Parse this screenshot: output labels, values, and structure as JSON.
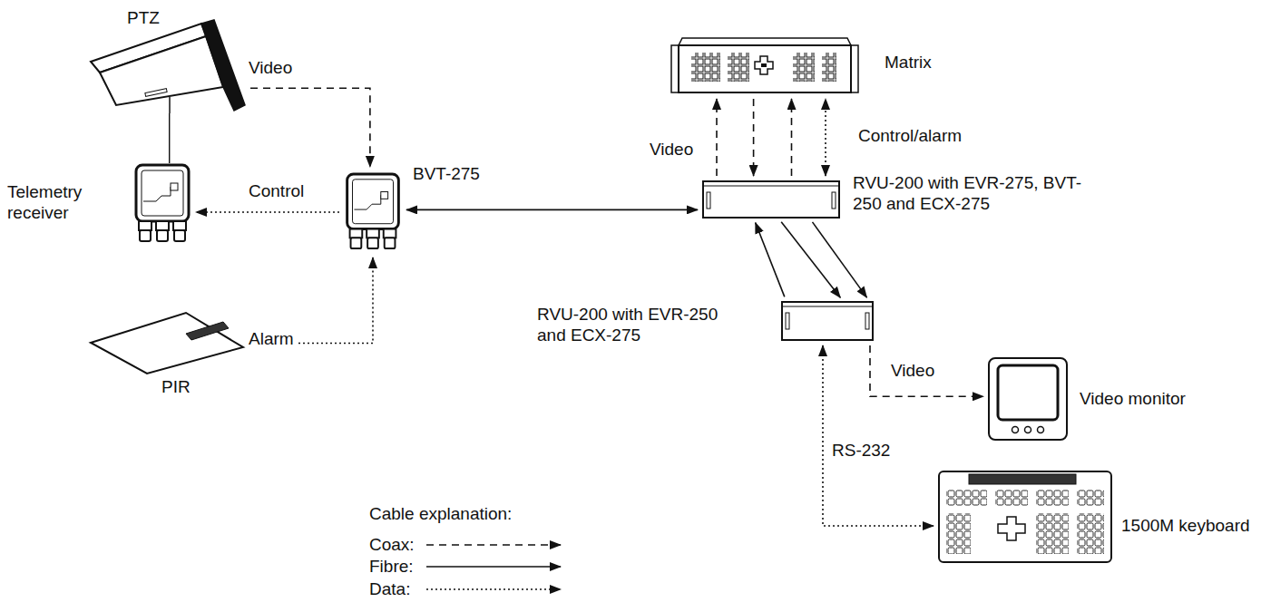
{
  "diagram": {
    "nodes": [
      {
        "text": [
          "PTZ"
        ]
      },
      {
        "text": [
          "Telemetry receiver"
        ]
      },
      {
        "text": [
          "BVT-275"
        ]
      },
      {
        "text": [
          "PIR"
        ]
      },
      {
        "text": [
          "Matrix"
        ]
      },
      {
        "text": [
          "RVU-200 with EVR-275, BVT-250 and ECX-275"
        ]
      },
      {
        "text": [
          "RVU-200 with EVR-250 and ECX-275"
        ]
      },
      {
        "text": [
          "Video monitor"
        ]
      },
      {
        "text": [
          "1500M keyboard"
        ]
      }
    ],
    "edges": [
      {
        "from": 0,
        "to": 2,
        "arrow": "to",
        "label": "Video"
      },
      {
        "from": 0,
        "to": 1,
        "arrow": "none"
      },
      {
        "from": 2,
        "to": 1,
        "arrow": "to",
        "label": "Control"
      },
      {
        "from": 3,
        "to": 2,
        "arrow": "to",
        "label": "Alarm"
      },
      {
        "from": 2,
        "to": 5,
        "arrow": "both"
      },
      {
        "from": 5,
        "to": 4,
        "arrow": "to",
        "label": "Video"
      },
      {
        "from": 4,
        "to": 5,
        "arrow": "to"
      },
      {
        "from": 5,
        "to": 4,
        "arrow": "to"
      },
      {
        "from": 5,
        "to": 4,
        "arrow": "both",
        "label": "Control/alarm"
      },
      {
        "from": 6,
        "to": 5,
        "arrow": "to"
      },
      {
        "from": 5,
        "to": 6,
        "arrow": "to"
      },
      {
        "from": 5,
        "to": 6,
        "arrow": "to"
      },
      {
        "from": 6,
        "to": 7,
        "arrow": "to",
        "label": "Video"
      },
      {
        "from": 6,
        "to": 8,
        "arrow": "both",
        "label": "RS-232"
      }
    ],
    "labels": [
      "Cable explanation:"
    ],
    "legend": [
      {
        "text": "Coax:"
      },
      {
        "text": "Fibre:"
      },
      {
        "text": "Data:"
      }
    ]
  }
}
